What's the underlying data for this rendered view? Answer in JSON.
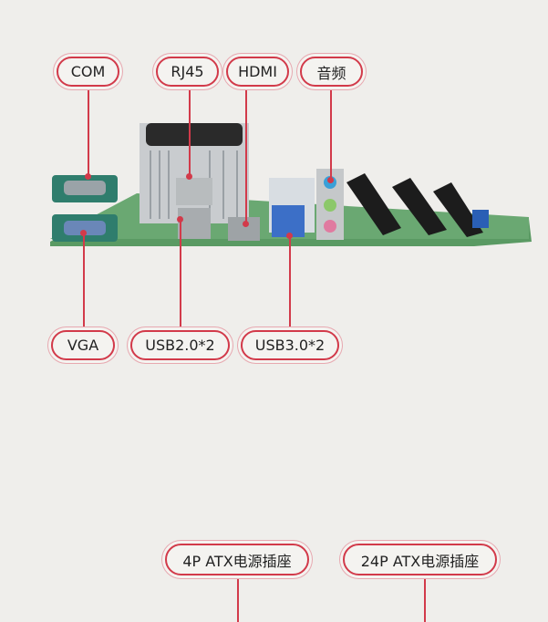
{
  "labels": {
    "com": "COM",
    "rj45": "RJ45",
    "hdmi": "HDMI",
    "audio": "音频",
    "vga": "VGA",
    "usb2": "USB2.0*2",
    "usb3": "USB3.0*2",
    "atx4": "4P ATX电源插座",
    "atx24": "24P ATX电源插座"
  },
  "colors": {
    "accent": "#d23a4a",
    "board": "#4f8f5a",
    "background": "#efeeeb"
  }
}
